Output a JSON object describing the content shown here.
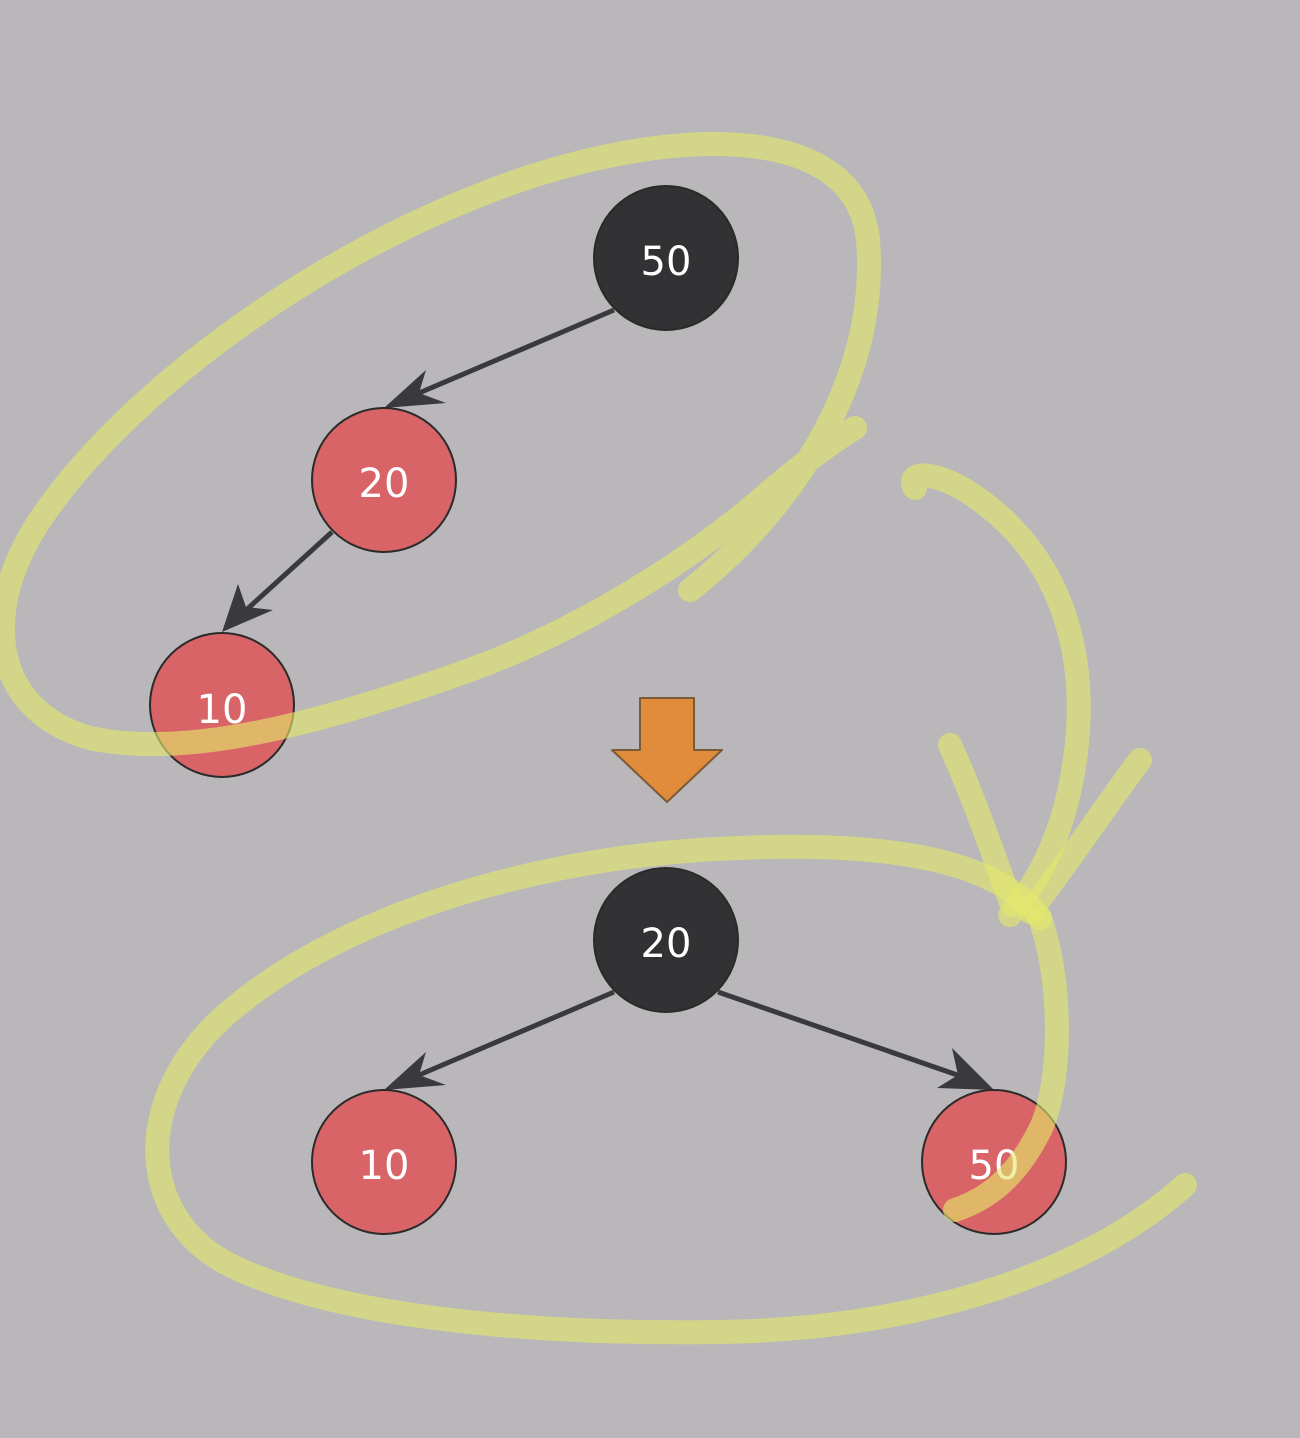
{
  "colors": {
    "background": "#b9b7ba",
    "black_node": "#323133",
    "red_node": "#d96467",
    "node_border": "#2a2a2a",
    "edge": "#3a393b",
    "transform_arrow": "#e08c3a",
    "highlight": "#e4e96a",
    "label": "#ffffff"
  },
  "before": {
    "root": {
      "label": "50",
      "color": "black"
    },
    "middle": {
      "label": "20",
      "color": "red"
    },
    "leaf": {
      "label": "10",
      "color": "red"
    }
  },
  "after": {
    "root": {
      "label": "20",
      "color": "black"
    },
    "left": {
      "label": "10",
      "color": "red"
    },
    "right": {
      "label": "50",
      "color": "red"
    }
  },
  "transform_arrow_icon": "down-arrow-icon"
}
